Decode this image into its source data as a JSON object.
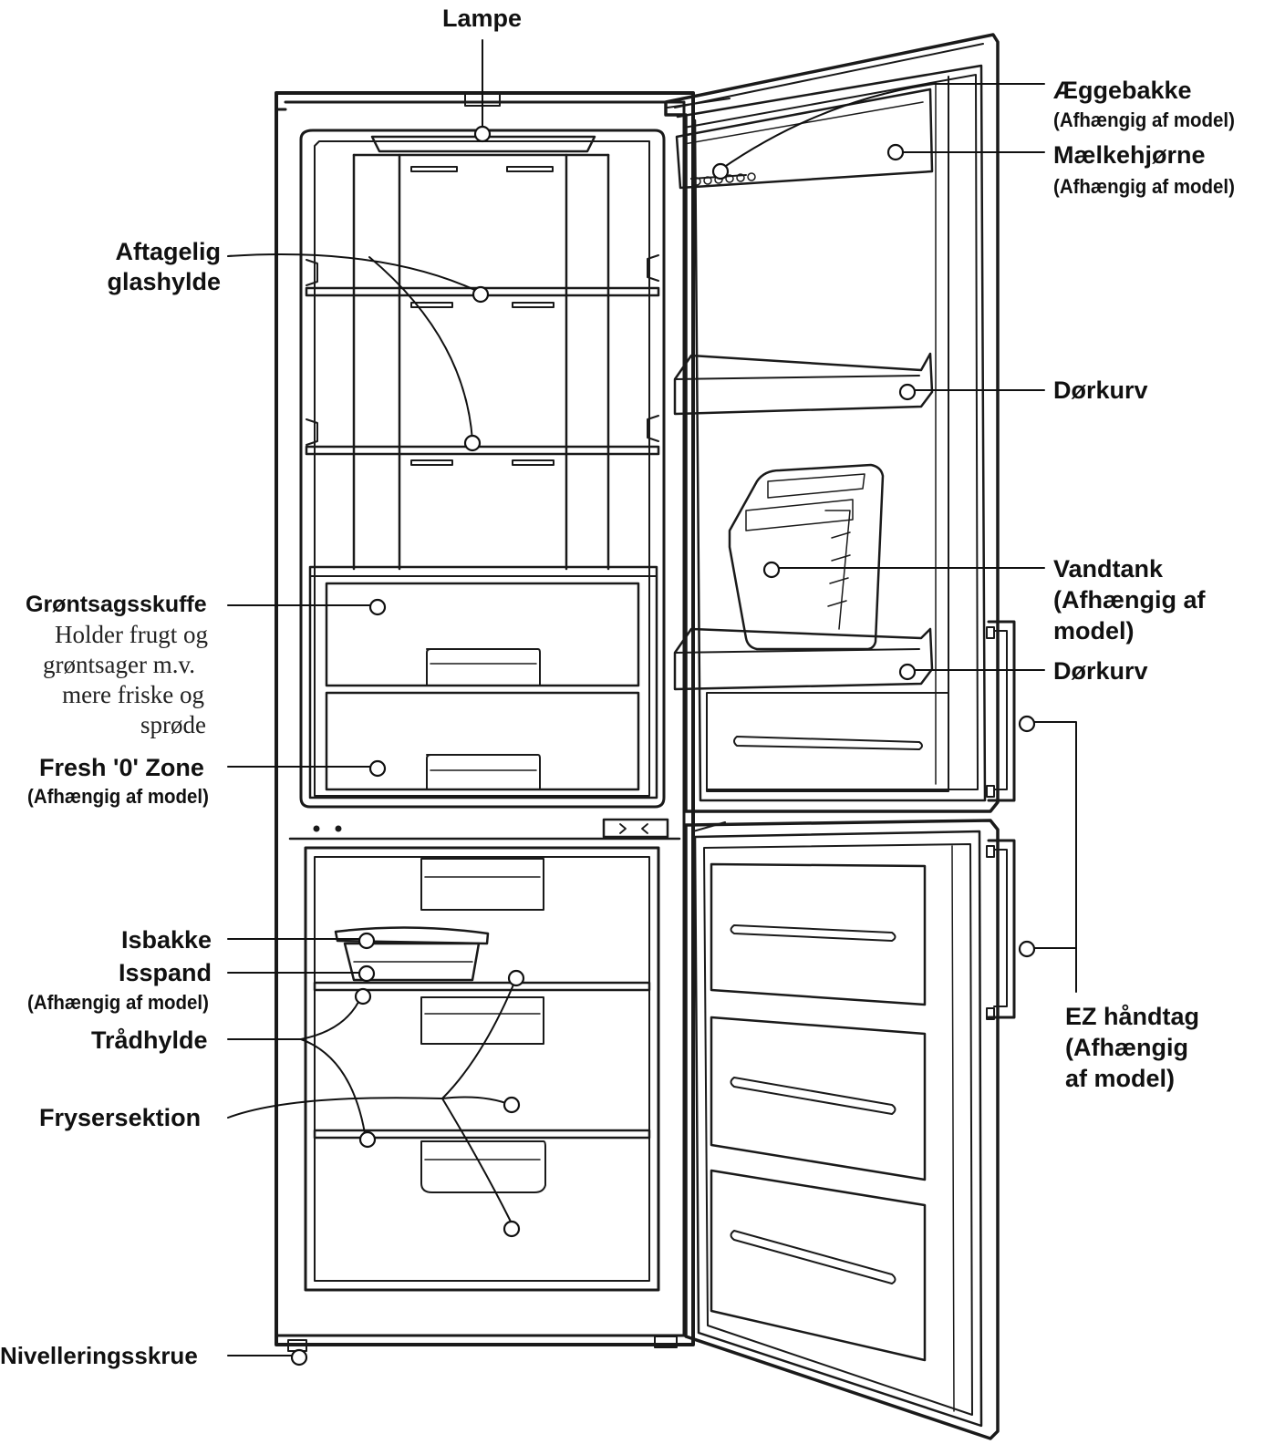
{
  "diagram": {
    "labels": {
      "lampe": "Lampe",
      "aeggebakke": "Æggebakke",
      "aeggebakke_note": "(Afhængig af model)",
      "maelkehjorne": "Mælkehjørne",
      "maelkehjorne_note": "(Afhængig af model)",
      "aftagelig_1": "Aftagelig",
      "aftagelig_2": "glashylde",
      "dorkurv_top": "Dørkurv",
      "vandtank_1": "Vandtank",
      "vandtank_2": "(Afhængig af",
      "vandtank_3": "model)",
      "dorkurv_bottom": "Dørkurv",
      "grontsag": "Grøntsagsskuffe",
      "grontsag_desc_1": "Holder frugt og",
      "grontsag_desc_2": "grøntsager m.v.",
      "grontsag_desc_3": "mere friske og",
      "grontsag_desc_4": "sprøde",
      "fresh_zone": "Fresh '0' Zone",
      "fresh_zone_note": "(Afhængig af model)",
      "isbakke": "Isbakke",
      "isspand": "Isspand",
      "isspand_note": "(Afhængig af model)",
      "tradhylde": "Trådhylde",
      "frysersektion": "Frysersektion",
      "nivellering": "Nivelleringsskrue",
      "ez_1": "EZ håndtag",
      "ez_2": "(Afhængig",
      "ez_3": "af model)"
    }
  }
}
